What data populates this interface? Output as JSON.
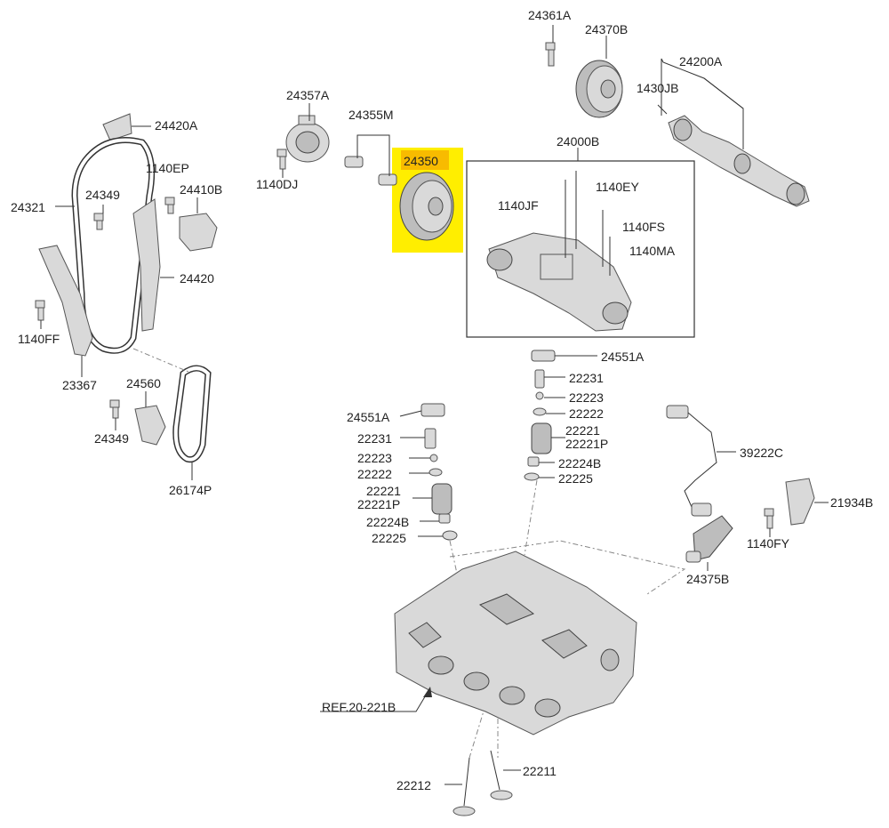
{
  "highlight_color": "#ffee00",
  "callouts": {
    "p24361A": "24361A",
    "p24370B": "24370B",
    "p24200A": "24200A",
    "p1430JB": "1430JB",
    "p24357A": "24357A",
    "p24355M": "24355M",
    "p24350": "24350",
    "p24000B": "24000B",
    "p1140EY": "1140EY",
    "p1140JF": "1140JF",
    "p1140FS": "1140FS",
    "p1140MA": "1140MA",
    "p1140DJ": "1140DJ",
    "p24420A": "24420A",
    "p1140EP": "1140EP",
    "p24410B": "24410B",
    "p24321": "24321",
    "p24349a": "24349",
    "p24420": "24420",
    "p1140FF": "1140FF",
    "p23367": "23367",
    "p24560": "24560",
    "p24349b": "24349",
    "p26174P": "26174P",
    "p24551A_r": "24551A",
    "p22231_r": "22231",
    "p22223_r": "22223",
    "p22222_r": "22222",
    "p22221_r": "22221",
    "p22221P_r": "22221P",
    "p22224B_r": "22224B",
    "p22225_r": "22225",
    "p24551A_l": "24551A",
    "p22231_l": "22231",
    "p22223_l": "22223",
    "p22222_l": "22222",
    "p22221_l": "22221",
    "p22221P_l": "22221P",
    "p22224B_l": "22224B",
    "p22225_l": "22225",
    "p39222C": "39222C",
    "p21934B": "21934B",
    "p1140FY": "1140FY",
    "p24375B": "24375B",
    "pREF": "REF.20-221B",
    "p22212": "22212",
    "p22211": "22211"
  }
}
